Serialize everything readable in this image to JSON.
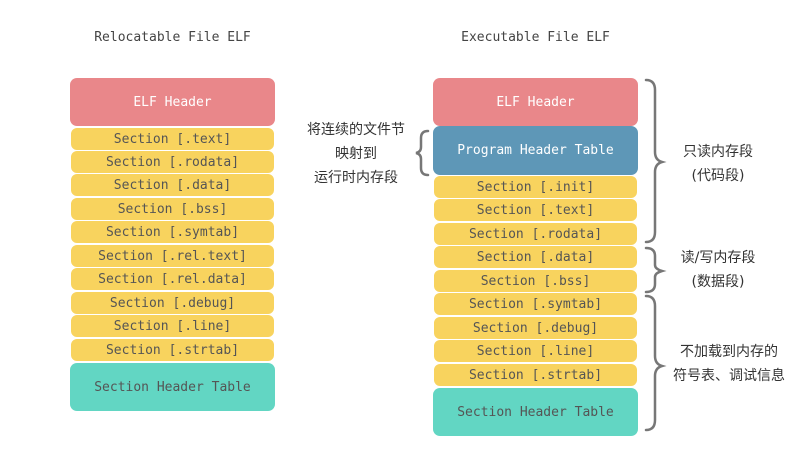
{
  "relocatable": {
    "title": "Relocatable File ELF",
    "header": "ELF Header",
    "sections": [
      "Section [.text]",
      "Section [.rodata]",
      "Section [.data]",
      "Section [.bss]",
      "Section [.symtab]",
      "Section [.rel.text]",
      "Section [.rel.data]",
      "Section [.debug]",
      "Section [.line]",
      "Section [.strtab]"
    ],
    "section_header_table": "Section Header Table"
  },
  "executable": {
    "title": "Executable File ELF",
    "header": "ELF Header",
    "program_header_table": "Program Header Table",
    "sections": [
      "Section [.init]",
      "Section [.text]",
      "Section [.rodata]",
      "Section [.data]",
      "Section [.bss]",
      "Section [.symtab]",
      "Section [.debug]",
      "Section [.line]",
      "Section [.strtab]"
    ],
    "section_header_table": "Section Header Table"
  },
  "annotations": {
    "mapping_line1": "将连续的文件节",
    "mapping_line2": "映射到",
    "mapping_line3": "运行时内存段",
    "readonly_line1": "只读内存段",
    "readonly_line2": "(代码段)",
    "readwrite_line1": "读/写内存段",
    "readwrite_line2": "(数据段)",
    "notloaded_line1": "不加载到内存的",
    "notloaded_line2": "符号表、调试信息"
  },
  "colors": {
    "header": "#e9878a",
    "program_header": "#5e97b7",
    "section": "#f8d35e",
    "section_header_table": "#62d6c3",
    "bracket": "#777777"
  }
}
